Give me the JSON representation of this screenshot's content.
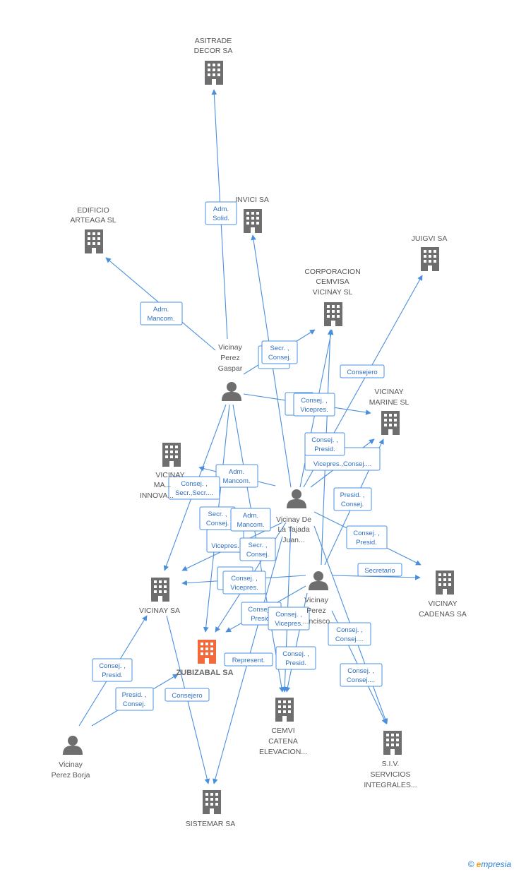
{
  "colors": {
    "edge": "#4a8fdd",
    "building": "#6e6e6e",
    "focus_building": "#f26a3b",
    "person": "#6e6e6e",
    "label_text": "#2f6fc4"
  },
  "nodes": [
    {
      "id": "asitrade",
      "type": "company",
      "lines": [
        "ASITRADE",
        "DECOR SA"
      ]
    },
    {
      "id": "invici",
      "type": "company",
      "lines": [
        "INVICI SA"
      ]
    },
    {
      "id": "edificio",
      "type": "company",
      "lines": [
        "EDIFICIO",
        "ARTEAGA SL"
      ]
    },
    {
      "id": "juigvi",
      "type": "company",
      "lines": [
        "JUIGVI SA"
      ]
    },
    {
      "id": "corporacion",
      "type": "company",
      "lines": [
        "CORPORACION",
        "CEMVISA",
        "VICINAY  SL"
      ]
    },
    {
      "id": "marine",
      "type": "company",
      "lines": [
        "VICINAY",
        "MARINE SL"
      ]
    },
    {
      "id": "innova",
      "type": "company",
      "lines": [
        "VICINAY",
        "MA...",
        "INNOVA..."
      ]
    },
    {
      "id": "cadenas",
      "type": "company",
      "lines": [
        "VICINAY",
        "CADENAS SA"
      ]
    },
    {
      "id": "vicinaysa",
      "type": "company",
      "lines": [
        "VICINAY SA"
      ]
    },
    {
      "id": "zubizabal",
      "type": "focus",
      "lines": [
        "ZUBIZABAL SA"
      ]
    },
    {
      "id": "cemvi",
      "type": "company",
      "lines": [
        "CEMVI",
        "CATENA",
        "ELEVACION..."
      ]
    },
    {
      "id": "siv",
      "type": "company",
      "lines": [
        "S.I.V.",
        "SERVICIOS",
        "INTEGRALES..."
      ]
    },
    {
      "id": "sistemar",
      "type": "company",
      "lines": [
        "SISTEMAR SA"
      ]
    },
    {
      "id": "gaspar",
      "type": "person",
      "lines": [
        "Vicinay",
        "Perez",
        "Gaspar"
      ]
    },
    {
      "id": "juan",
      "type": "person",
      "lines": [
        "Vicinay De",
        "La Tajada",
        "Juan..."
      ]
    },
    {
      "id": "francisco",
      "type": "person",
      "lines": [
        "Vicinay",
        "Perez",
        "...ncisco"
      ]
    },
    {
      "id": "borja",
      "type": "person",
      "lines": [
        "Vicinay",
        "Perez Borja"
      ]
    }
  ],
  "edge_labels": [
    [
      "Adm.",
      "Solid."
    ],
    [
      "Adm.",
      "Mancom."
    ],
    [
      "Secr. ,",
      "Consej."
    ],
    [
      "Consejero"
    ],
    [
      "Consej. ,",
      "Vicepres."
    ],
    [
      "Consej. ,",
      "Presid."
    ],
    [
      "Vicepres.,Consej...."
    ],
    [
      "Presid. ,",
      "Consej."
    ],
    [
      "Adm.",
      "Mancom."
    ],
    [
      "Consej. ,",
      "Secr.,Secr...."
    ],
    [
      "Secr. ,",
      "Consej."
    ],
    [
      "Adm.",
      "Mancom."
    ],
    [
      "Consej. ,",
      "Vicepres."
    ],
    [
      "Secr. ,",
      "Consej."
    ],
    [
      "Consej. ,",
      "Presid."
    ],
    [
      "Secretario"
    ],
    [
      "Consej. ,",
      "Vicepres."
    ],
    [
      "Consej. ,",
      "Presid."
    ],
    [
      "Consej. ,",
      "Vicepres."
    ],
    [
      "Consej. ,",
      "Consej...."
    ],
    [
      "Represent."
    ],
    [
      "Consej. ,",
      "Presid."
    ],
    [
      "Consej. ,",
      "Consej...."
    ],
    [
      "Consej. ,",
      "Presid."
    ],
    [
      "Presid. ,",
      "Consej."
    ],
    [
      "Consejero"
    ]
  ],
  "footer": {
    "copyright": "©",
    "brand_initial": "e",
    "brand_rest": "mpresia"
  }
}
